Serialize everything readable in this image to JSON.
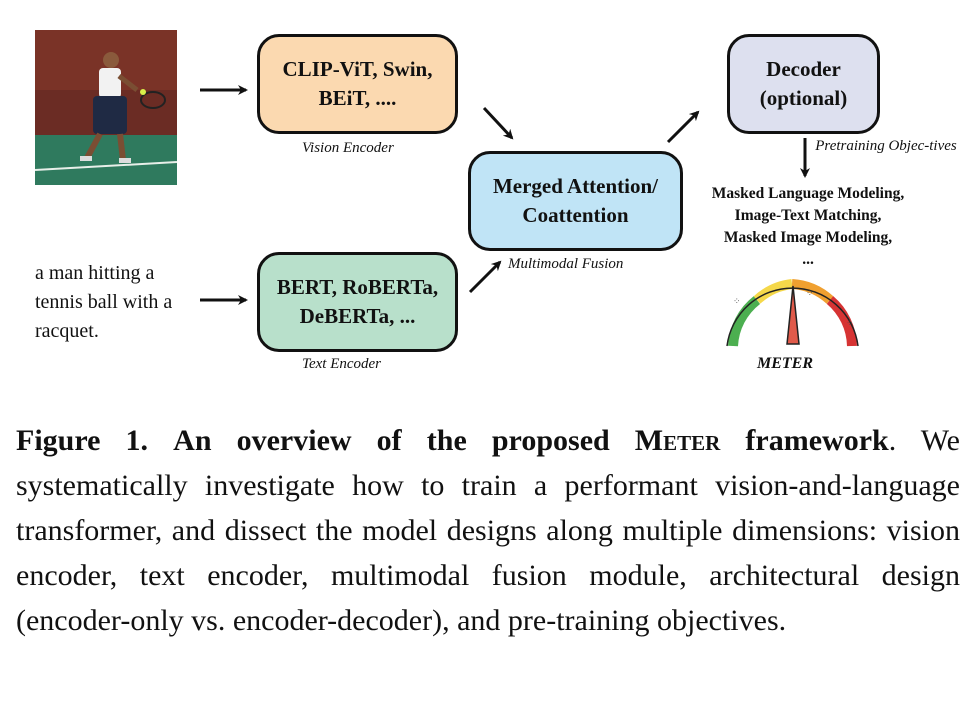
{
  "figure": {
    "vision_encoder": {
      "line1": "CLIP-ViT, Swin,",
      "line2": "BEiT, ....",
      "caption": "Vision Encoder"
    },
    "text_encoder": {
      "line1": "BERT, RoBERTa,",
      "line2": "DeBERTa, ...",
      "caption": "Text Encoder"
    },
    "fusion": {
      "line1": "Merged Attention/",
      "line2": "Coattention",
      "caption": "Multimodal Fusion"
    },
    "decoder": {
      "line1": "Decoder",
      "line2": "(optional)"
    },
    "pretraining_caption": "Pretraining Objec-tives",
    "objectives": [
      "Masked Language Modeling,",
      "Image-Text Matching,",
      "Masked Image Modeling,",
      "..."
    ],
    "input_text": "a man hitting a tennis ball with a racquet.",
    "meter_label": "METER",
    "colors": {
      "vision_fill": "#fbd9b0",
      "text_fill": "#b8e0cb",
      "fusion_fill": "#c0e4f6",
      "decoder_fill": "#dde0ef"
    }
  },
  "caption": {
    "label": "Figure 1.",
    "title_pre": "An overview of the proposed",
    "title_name": "Meter",
    "title_post": "framework",
    "body": ". We systematically investigate how to train a performant vision-and-language transformer, and dissect the model designs along multiple dimensions: vision encoder, text encoder, multimodal fusion module, architectural design (encoder-only vs. encoder-decoder), and pre-training objectives."
  }
}
